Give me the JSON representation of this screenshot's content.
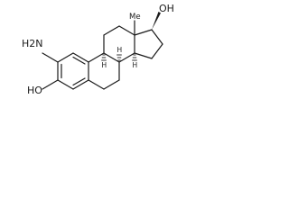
{
  "structure": {
    "labels": {
      "amine": "H2N",
      "phenol_hydroxyl": "HO",
      "hydroxyl_17": "OH",
      "methyl": "Me",
      "h8": "H",
      "h9": "H",
      "h14": "H"
    },
    "colors": {
      "ink": "#1a1a1a",
      "background": "#ffffff"
    }
  }
}
